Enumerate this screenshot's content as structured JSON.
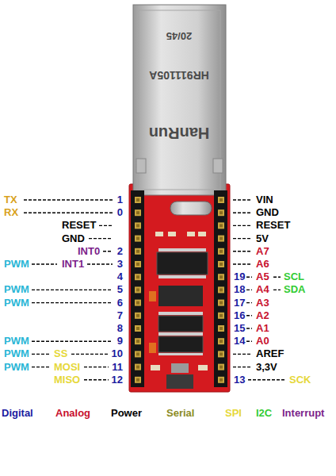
{
  "diagram": {
    "labels": [
      "TX",
      "1",
      "RX",
      "0",
      "RESET",
      "GND",
      "INT0",
      "2",
      "PWM",
      "INT1",
      "3",
      "4",
      "PWM",
      "5",
      "PWM",
      "6",
      "7",
      "8",
      "PWM",
      "9",
      "PWM",
      "SS",
      "10",
      "PWM",
      "MOSI",
      "11",
      "MISO",
      "12",
      "VIN",
      "GND",
      "RESET",
      "5V",
      "A7",
      "A6",
      "19",
      "A5",
      "SCL",
      "18",
      "A4",
      "SDA",
      "17",
      "A3",
      "16",
      "A2",
      "15",
      "A1",
      "14",
      "A0",
      "AREF",
      "3,3V",
      "13",
      "SCK",
      "20/45",
      "HR911105A",
      "HanRun"
    ],
    "legend": [
      {
        "text": "Digital",
        "color": "#1a1aa0"
      },
      {
        "text": "Analog",
        "color": "#c8102e"
      },
      {
        "text": "Power",
        "color": "#000000"
      },
      {
        "text": "Serial",
        "color": "#8b8b23"
      },
      {
        "text": "SPI",
        "color": "#e6d83a"
      },
      {
        "text": "I2C",
        "color": "#33cc33"
      },
      {
        "text": "Interrupt",
        "color": "#7b1f8a"
      }
    ]
  }
}
